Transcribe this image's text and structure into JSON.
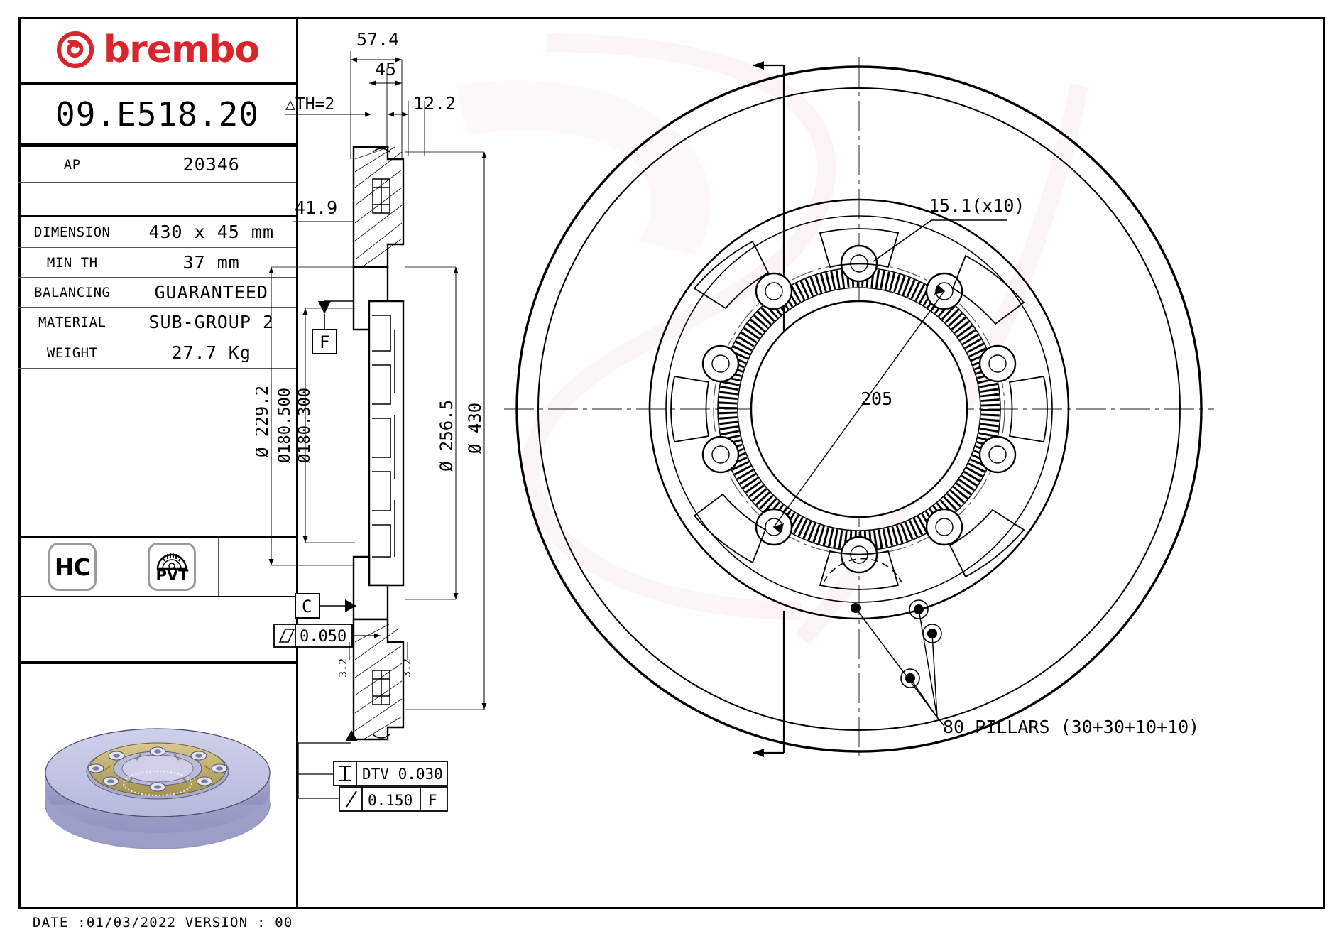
{
  "brand": {
    "name": "brembo",
    "logo_icon": "brembo-logo-icon",
    "color": "#D8262C"
  },
  "part_number": "09.E518.20",
  "spec_table": {
    "ap_label": "AP",
    "ap_value": "20346",
    "rows": [
      {
        "key": "DIMENSION",
        "value": "430 x 45 mm"
      },
      {
        "key": "MIN TH",
        "value": "37 mm"
      },
      {
        "key": "BALANCING",
        "value": "GUARANTEED"
      },
      {
        "key": "MATERIAL",
        "value": "SUB-GROUP 2"
      },
      {
        "key": "WEIGHT",
        "value": "27.7 Kg"
      }
    ]
  },
  "badges": [
    {
      "id": "hc-badge",
      "label": "HC"
    },
    {
      "id": "pvt-badge",
      "label": "PVT"
    }
  ],
  "footer": {
    "date_version": "DATE :01/03/2022 VERSION : 00"
  },
  "section_view": {
    "dims": {
      "overall_width": "57.4",
      "disc_width": "45",
      "slot_width": "12.2",
      "th_tolerance": "△TH=2",
      "hat_height": "41.9",
      "dia_hub_face": "Ø 229.2",
      "dia_bore_max": "Ø180.500",
      "dia_bore_min": "Ø180.300",
      "dia_inner_braking": "Ø 256.5",
      "dia_outer": "Ø 430",
      "chamfer_left": "3.2",
      "chamfer_right": "3.2"
    },
    "datums": [
      {
        "letter": "F"
      },
      {
        "letter": "C"
      }
    ],
    "gdt": [
      {
        "symbol": "flatness",
        "value": "0.050"
      },
      {
        "symbol": "parallelism",
        "value": "DTV 0.030"
      },
      {
        "symbol": "runout",
        "value": "0.150",
        "datum": "F"
      }
    ]
  },
  "face_view": {
    "hole_callout": "15.1(x10)",
    "bolt_circle": "205",
    "pillars_note": "80 PILLARS (30+30+10+10)"
  }
}
